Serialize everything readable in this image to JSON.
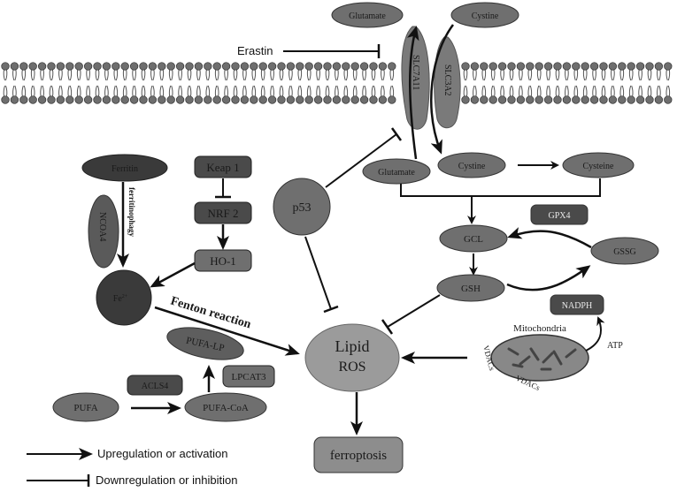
{
  "colors": {
    "node_dark": "#4a4a4a",
    "node_mid": "#6f6f6f",
    "node_light": "#8d8d8d",
    "lipid_ros": "#9b9b9b",
    "membrane_head": "#6e6e6e",
    "transporter": "#7a7a7a",
    "line": "#111111"
  },
  "membrane": {
    "top_labels": {
      "glutamate": "Glutamate",
      "cystine": "Cystine"
    },
    "inhibitor": "Erastin",
    "transporter_a": "SLC7A11",
    "transporter_b": "SLC3A2"
  },
  "cytosol": {
    "glutamate": "Glutamate",
    "cystine": "Cystine",
    "cysteine": "Cysteine",
    "gcl": "GCL",
    "gsh": "GSH",
    "gpx4": "GPX4",
    "gssg": "GSSG",
    "nadph": "NADPH",
    "atp": "ATP",
    "mitochondria": "Mitochondria",
    "vdac_left": "VDACs",
    "vdac_right": "VDACs",
    "p53": "p53",
    "lipid_ros_line1": "Lipid",
    "lipid_ros_line2": "ROS",
    "ferroptosis": "ferroptosis"
  },
  "iron": {
    "ferritin": "Ferritin",
    "ncoa4": "NCOA4",
    "ferritinophagy": "ferritinophagy",
    "fe": "Fe",
    "fe_superscript": "2+",
    "keap1": "Keap 1",
    "nrf2": "NRF 2",
    "ho1": "HO-1",
    "fenton": "Fenton reaction"
  },
  "lipid": {
    "pufa": "PUFA",
    "acsl4": "ACLS4",
    "pufa_coa": "PUFA-CoA",
    "lpcat3": "LPCAT3",
    "pufa_lp": "PUFA-LP"
  },
  "legend": {
    "activation": "Upregulation or activation",
    "inhibition": "Downregulation or inhibition"
  }
}
